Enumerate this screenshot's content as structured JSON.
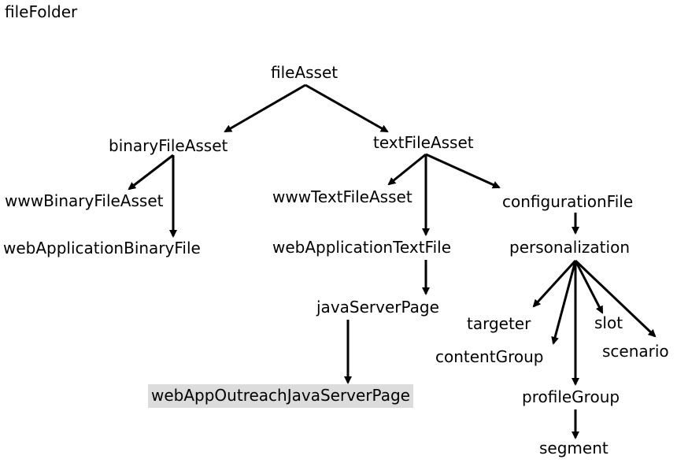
{
  "title": "fileFolder",
  "nodes": {
    "fileAsset": "fileAsset",
    "binaryFileAsset": "binaryFileAsset",
    "textFileAsset": "textFileAsset",
    "wwwBinaryFileAsset": "wwwBinaryFileAsset",
    "webApplicationBinaryFile": "webApplicationBinaryFile",
    "wwwTextFileAsset": "wwwTextFileAsset",
    "webApplicationTextFile": "webApplicationTextFile",
    "configurationFile": "configurationFile",
    "javaServerPage": "javaServerPage",
    "webAppOutreachJavaServerPage": "webAppOutreachJavaServerPage",
    "personalization": "personalization",
    "targeter": "targeter",
    "slot": "slot",
    "contentGroup": "contentGroup",
    "scenario": "scenario",
    "profileGroup": "profileGroup",
    "segment": "segment"
  },
  "colors": {
    "line": "#000000",
    "highlight": "#dcdcdc"
  }
}
